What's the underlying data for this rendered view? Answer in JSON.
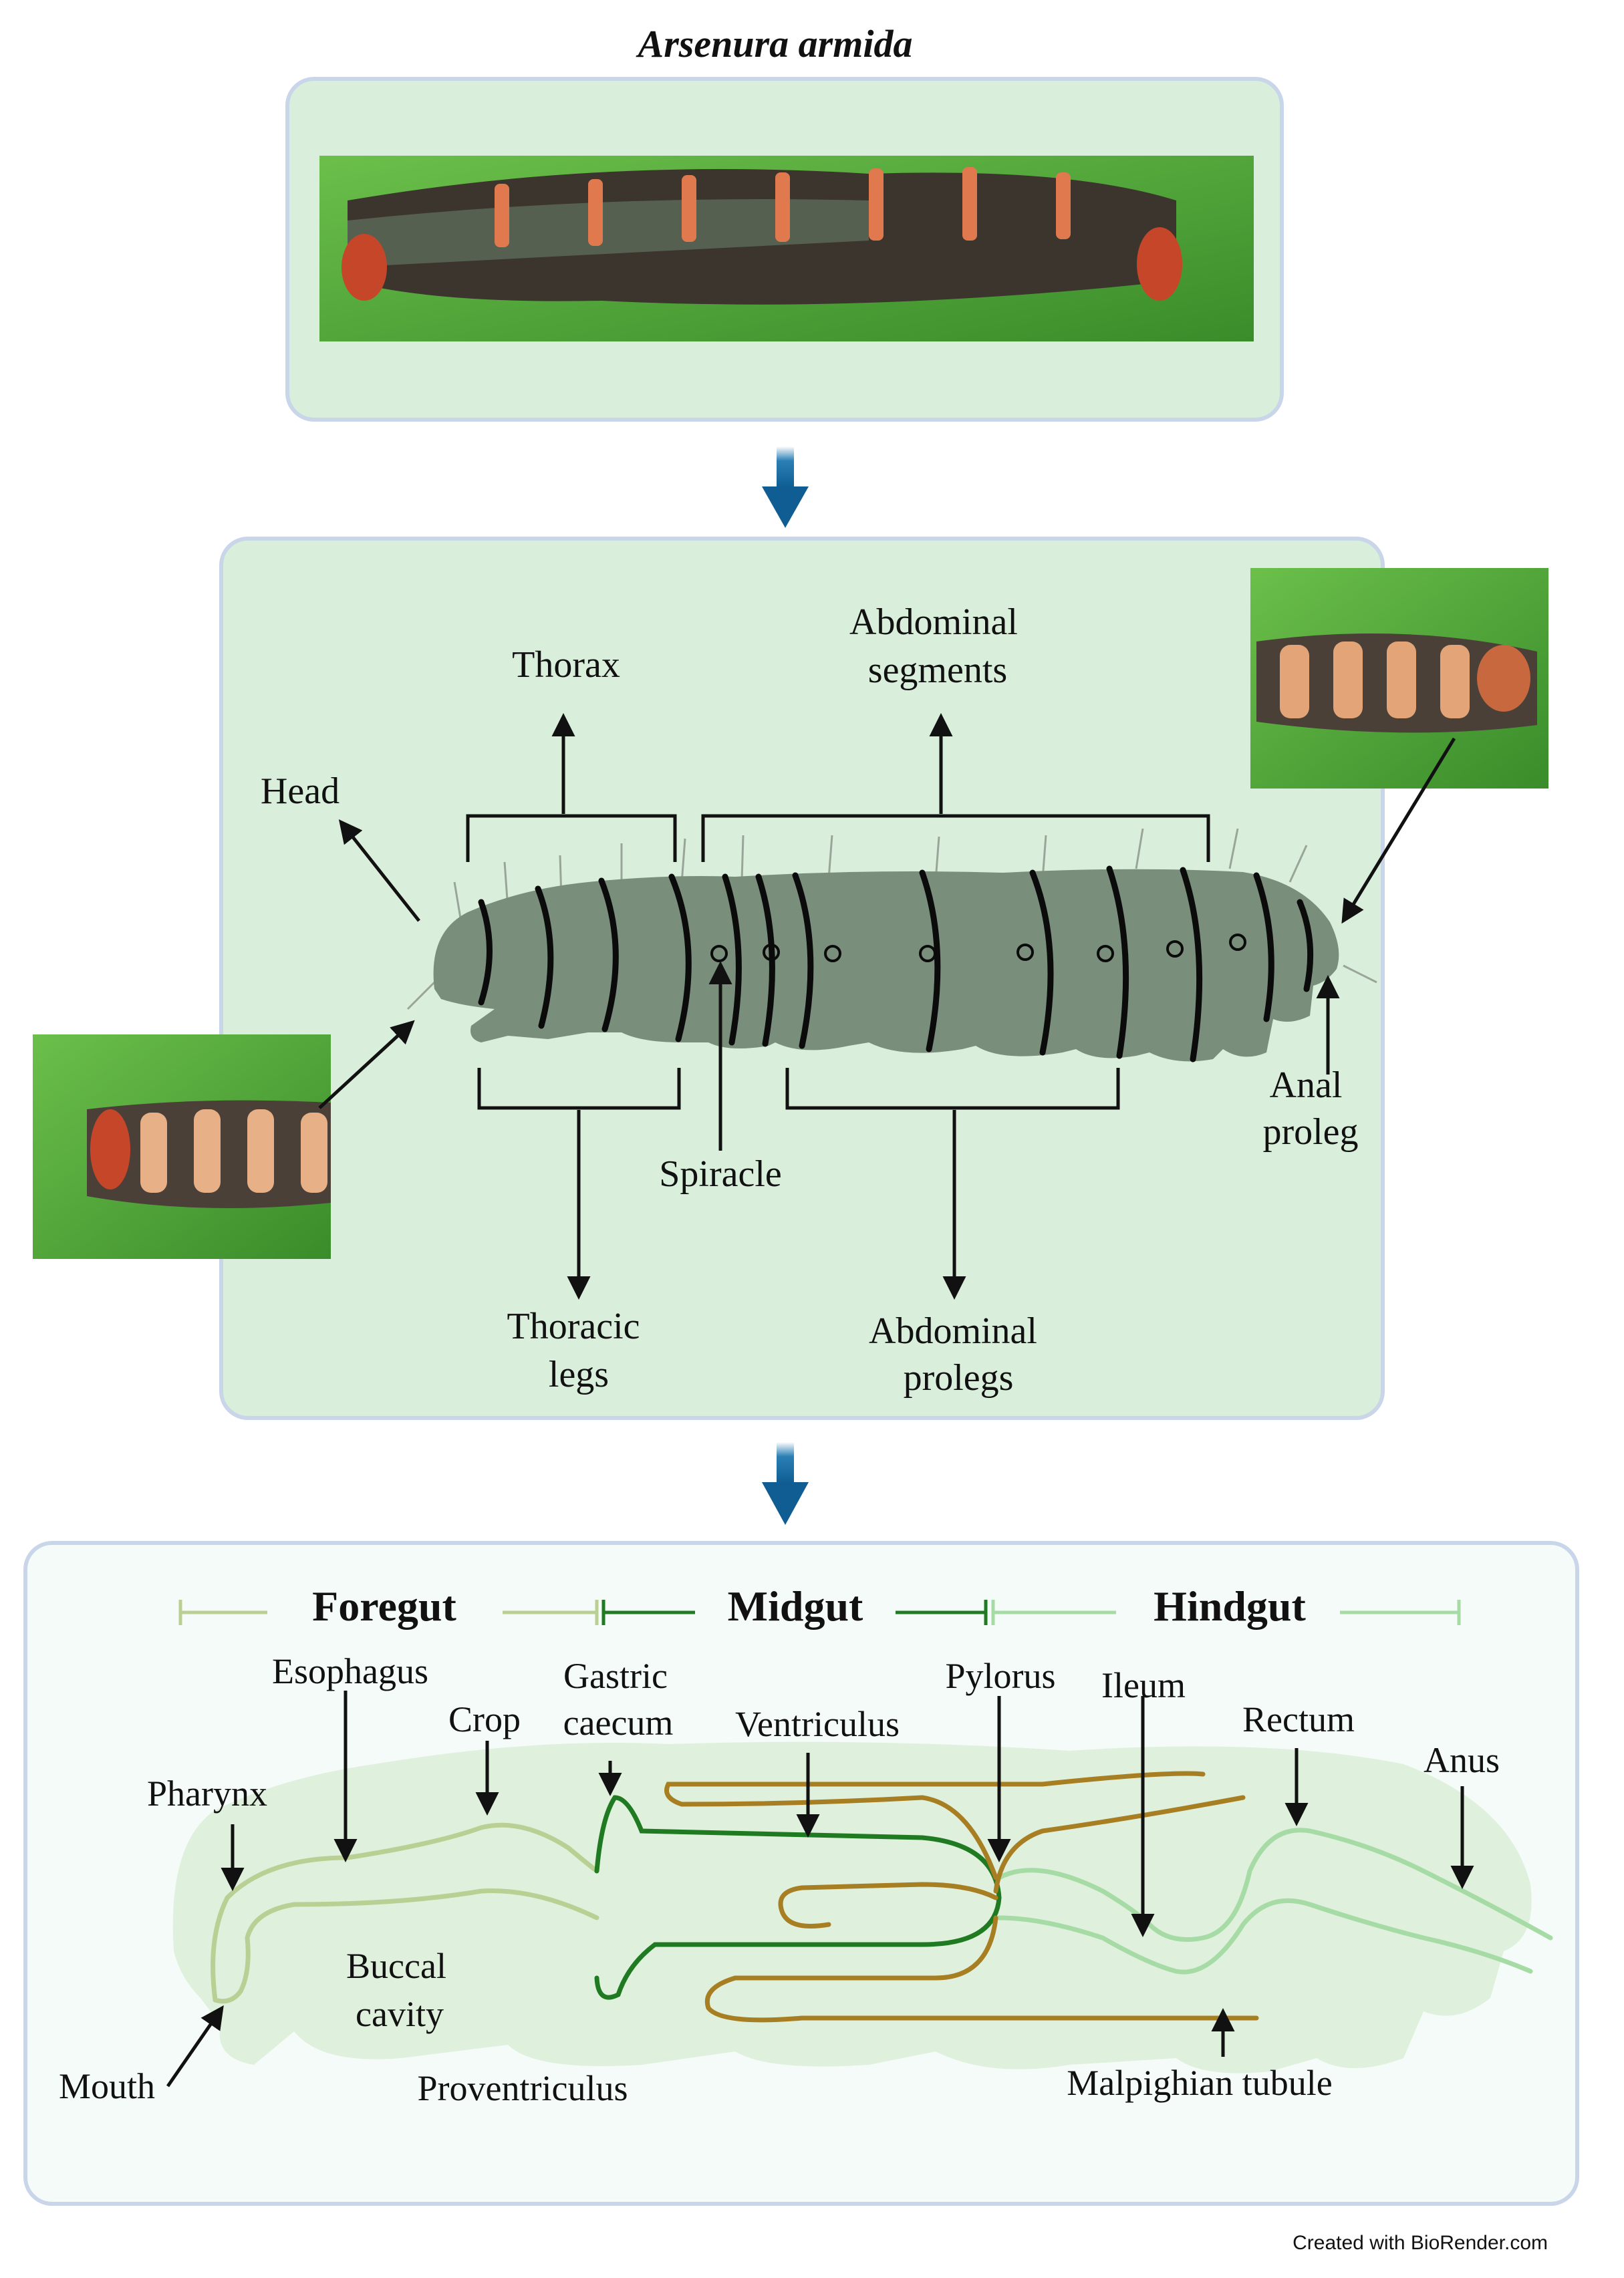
{
  "title": "Arsenura armida",
  "credit": "Created with BioRender.com",
  "colors": {
    "panel_fill": "#d9eedb",
    "panel_stroke": "#c9d5e8",
    "body_gray": "#7a8e7c",
    "arrow_blue": "#17679c",
    "foregut": "#b9cf93",
    "midgut": "#1f7a22",
    "hindgut": "#a6dba6",
    "malpighian": "#a87e22",
    "body_ghost": "#dbeed7",
    "leaf_green": "#4a9e35"
  },
  "anatomy": {
    "thorax": "Thorax",
    "abdominal_segments": [
      "Abdominal",
      "segments"
    ],
    "head": "Head",
    "spiracle": "Spiracle",
    "thoracic_legs": [
      "Thoracic",
      "legs"
    ],
    "abdominal_prolegs": [
      "Abdominal",
      "prolegs"
    ],
    "anal_proleg": [
      "Anal",
      "proleg"
    ]
  },
  "gut": {
    "foregut": "Foregut",
    "midgut": "Midgut",
    "hindgut": "Hindgut",
    "esophagus": "Esophagus",
    "crop": "Crop",
    "gastric_caecum": [
      "Gastric",
      "caecum"
    ],
    "ventriculus": "Ventriculus",
    "pylorus": "Pylorus",
    "ileum": "Ileum",
    "rectum": "Rectum",
    "anus": "Anus",
    "pharynx": "Pharynx",
    "buccal_cavity": [
      "Buccal",
      "cavity"
    ],
    "mouth": "Mouth",
    "proventriculus": "Proventriculus",
    "malpighian_tubule": "Malpighian tubule"
  }
}
